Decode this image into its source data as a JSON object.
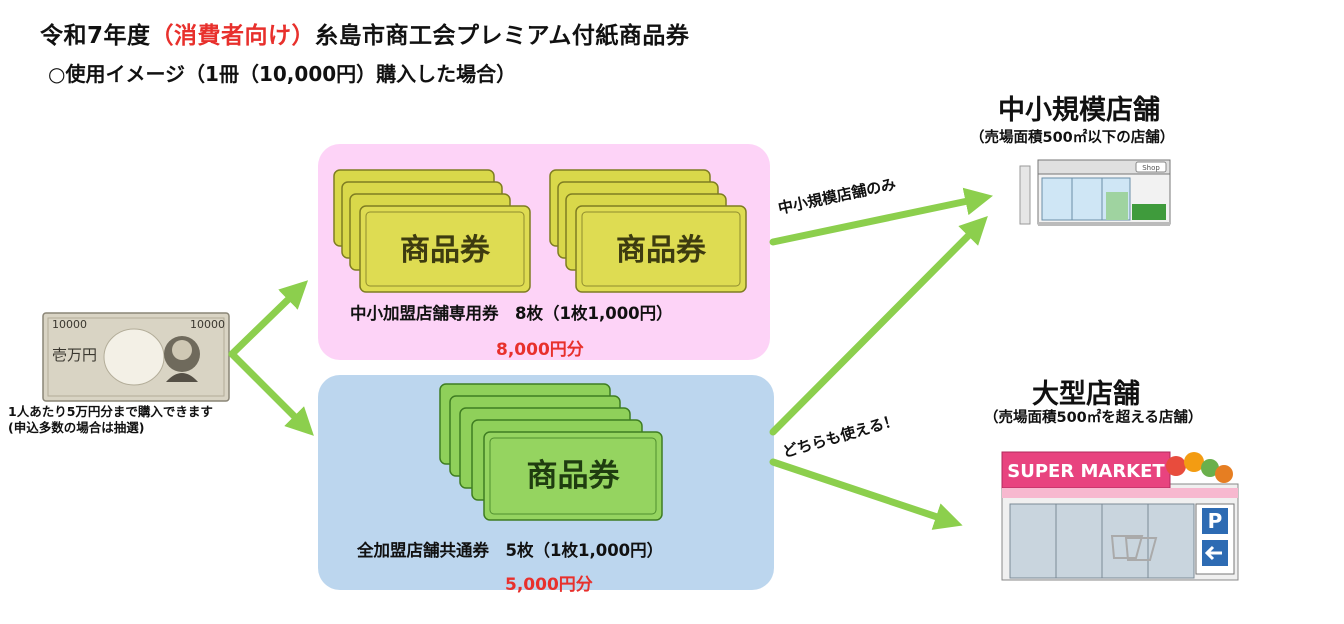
{
  "header": {
    "title_prefix": "令和7年度",
    "title_highlight": "（消費者向け）",
    "title_suffix": "糸島市商工会プレミアム付紙商品券",
    "subtitle": "○使用イメージ（1冊（10,000円）購入した場合）"
  },
  "banknote": {
    "denomination": "10000",
    "kanji": "壱万円",
    "note_line1": "1人あたり5万円分まで購入できます",
    "note_line2": "(申込多数の場合は抽選)"
  },
  "vouchers": {
    "voucher_text": "商品券",
    "exclusive": {
      "caption": "中小加盟店舗専用券　8枚（1枚1,000円）",
      "amount": "8,000円分"
    },
    "common": {
      "caption": "全加盟店舗共通券　5枚（1枚1,000円）",
      "amount": "5,000円分"
    }
  },
  "arrows": {
    "small_only": "中小規模店舗のみ",
    "both": "どちらも使える！"
  },
  "stores": {
    "small": {
      "title": "中小規模店舗",
      "subtitle": "（売場面積500㎡以下の店舗）",
      "sign": "Shop"
    },
    "large": {
      "title": "大型店舗",
      "subtitle": "（売場面積500㎡を超える店舗）",
      "sign": "SUPER MARKET",
      "parking": "P"
    }
  },
  "colors": {
    "highlight_red": "#e8302c",
    "pink_box": "#fdd3f7",
    "blue_box": "#bcd6ee",
    "arrow_green": "#8ccf4d",
    "voucher_gold": "#d9d84a",
    "voucher_green": "#8fd05a"
  }
}
